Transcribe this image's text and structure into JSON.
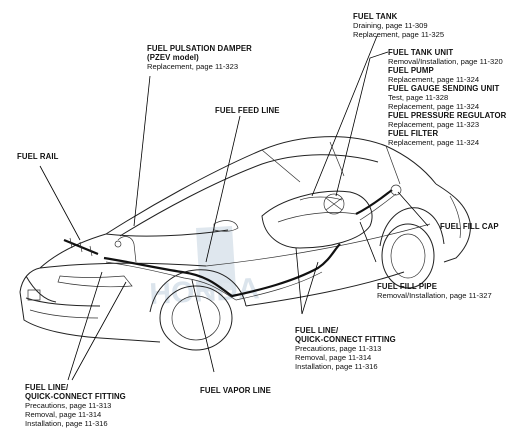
{
  "callouts": {
    "fuel_tank": {
      "heading": "FUEL TANK",
      "lines": [
        "Draining, page 11-309",
        "Replacement, page 11-325"
      ]
    },
    "fuel_pulsation_damper": {
      "heading": "FUEL PULSATION DAMPER",
      "heading2": "(PZEV model)",
      "lines": [
        "Replacement, page 11-323"
      ]
    },
    "fuel_tank_unit": {
      "heading": "FUEL TANK UNIT",
      "lines": [
        "Removal/Installation, page 11-320"
      ]
    },
    "fuel_pump": {
      "heading": "FUEL PUMP",
      "lines": [
        "Replacement, page 11-324"
      ]
    },
    "fuel_gauge_sending_unit": {
      "heading": "FUEL GAUGE SENDING UNIT",
      "lines": [
        "Test, page 11-328",
        "Replacement, page 11-324"
      ]
    },
    "fuel_pressure_regulator": {
      "heading": "FUEL PRESSURE REGULATOR",
      "lines": [
        "Replacement, page 11-323"
      ]
    },
    "fuel_filter": {
      "heading": "FUEL FILTER",
      "lines": [
        "Replacement, page 11-324"
      ]
    },
    "fuel_feed_line": {
      "heading": "FUEL FEED LINE"
    },
    "fuel_rail": {
      "heading": "FUEL RAIL"
    },
    "fuel_fill_cap": {
      "heading": "FUEL FILL CAP"
    },
    "fuel_fill_pipe": {
      "heading": "FUEL FILL PIPE",
      "lines": [
        "Removal/Installation, page 11-327"
      ]
    },
    "fuel_line_rear": {
      "heading": "FUEL LINE/",
      "heading2": "QUICK-CONNECT FITTING",
      "lines": [
        "Precautions, page 11-313",
        "Removal, page 11-314",
        "Installation, page 11-316"
      ]
    },
    "fuel_line_front": {
      "heading": "FUEL LINE/",
      "heading2": "QUICK-CONNECT FITTING",
      "lines": [
        "Precautions, page 11-313",
        "Removal, page 11-314",
        "Installation, page 11-316"
      ]
    },
    "fuel_vapor_line": {
      "heading": "FUEL VAPOR LINE"
    }
  },
  "watermark": "HONDA"
}
